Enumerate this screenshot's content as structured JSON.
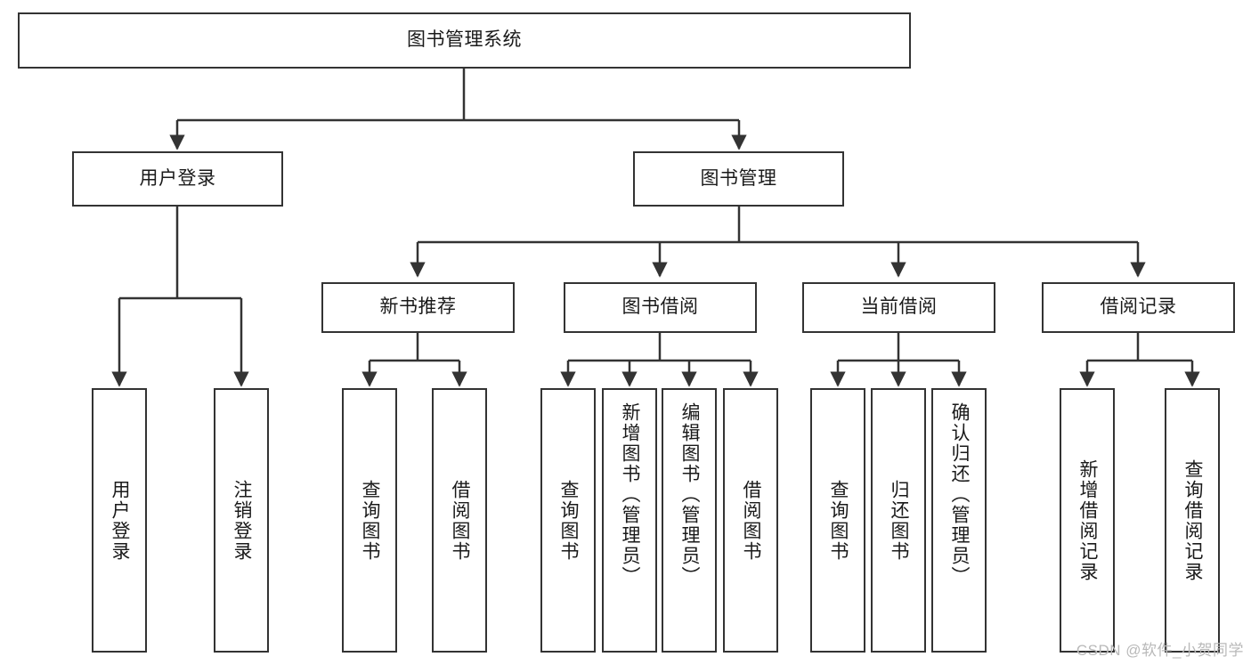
{
  "diagram": {
    "type": "hierarchy-tree",
    "title": "图书管理系统",
    "watermark": "CSDN @软件_小贺同学",
    "colors": {
      "box_border": "#333333",
      "box_fill": "#ffffff",
      "edge": "#333333",
      "text": "#1a1a1a",
      "watermark": "#b9b9b9",
      "background": "#ffffff"
    },
    "nodes": {
      "root": {
        "label": "图书管理系统"
      },
      "level2": [
        {
          "id": "user-login",
          "label": "用户登录"
        },
        {
          "id": "book-manage",
          "label": "图书管理"
        }
      ],
      "level3": [
        {
          "id": "new-book-rec",
          "label": "新书推荐"
        },
        {
          "id": "book-borrow",
          "label": "图书借阅"
        },
        {
          "id": "current-borrow",
          "label": "当前借阅"
        },
        {
          "id": "borrow-record",
          "label": "借阅记录"
        }
      ],
      "leaves": {
        "user_login": [
          {
            "id": "leaf-user-login",
            "label": "用户登录"
          },
          {
            "id": "leaf-logout",
            "label": "注销登录"
          }
        ],
        "new_book_rec": [
          {
            "id": "leaf-query-book-1",
            "label": "查询图书"
          },
          {
            "id": "leaf-borrow-book-1",
            "label": "借阅图书"
          }
        ],
        "book_borrow": [
          {
            "id": "leaf-query-book-2",
            "label": "查询图书"
          },
          {
            "id": "leaf-add-book",
            "label": "新增图书（管理员）"
          },
          {
            "id": "leaf-edit-book",
            "label": "编辑图书（管理员）"
          },
          {
            "id": "leaf-borrow-book-2",
            "label": "借阅图书"
          }
        ],
        "current_borrow": [
          {
            "id": "leaf-query-book-3",
            "label": "查询图书"
          },
          {
            "id": "leaf-return-book",
            "label": "归还图书"
          },
          {
            "id": "leaf-confirm-return",
            "label": "确认归还（管理员）"
          }
        ],
        "borrow_record": [
          {
            "id": "leaf-add-record",
            "label": "新增借阅记录"
          },
          {
            "id": "leaf-query-record",
            "label": "查询借阅记录"
          }
        ]
      }
    }
  }
}
